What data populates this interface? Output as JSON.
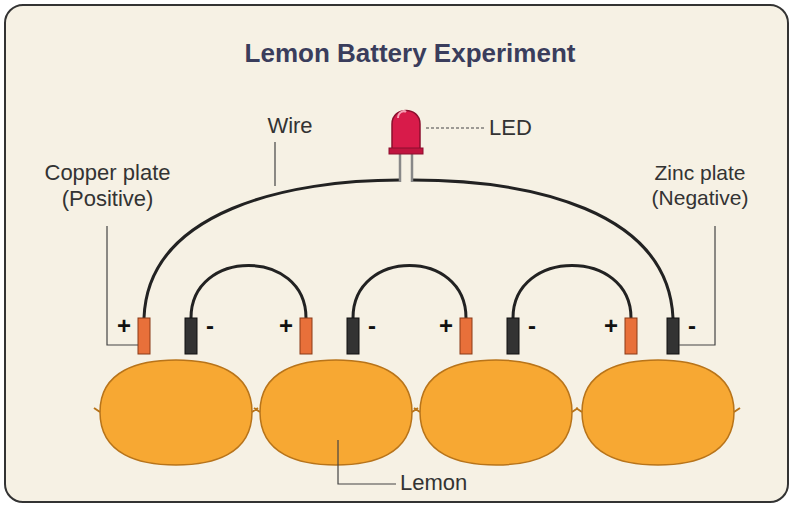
{
  "diagram": {
    "title": "Lemon Battery Experiment",
    "labels": [
      "Wire",
      "LED",
      "Copper plate (Positive)",
      "Zinc plate (Negative)",
      "Lemon",
      "+",
      "-",
      "+",
      "-",
      "+",
      "-",
      "+",
      "-"
    ]
  }
}
